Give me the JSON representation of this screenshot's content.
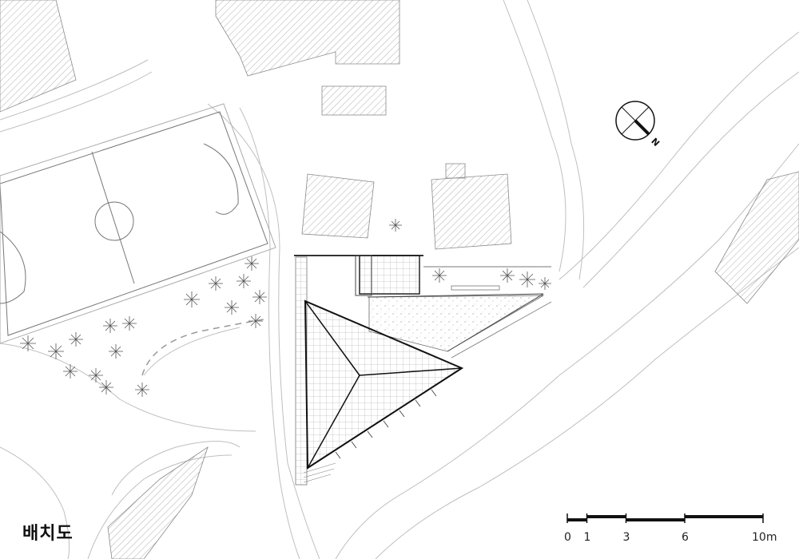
{
  "title": "배치도",
  "north_label": "N",
  "scale_bar": {
    "unit": "m",
    "ticks": [
      "0",
      "1",
      "3",
      "6",
      "10m"
    ],
    "values": [
      0,
      1,
      3,
      6,
      10
    ]
  },
  "colors": {
    "line": "#555555",
    "hatch": "#8a8a8a",
    "roof_line": "#222222",
    "text": "#111111"
  }
}
